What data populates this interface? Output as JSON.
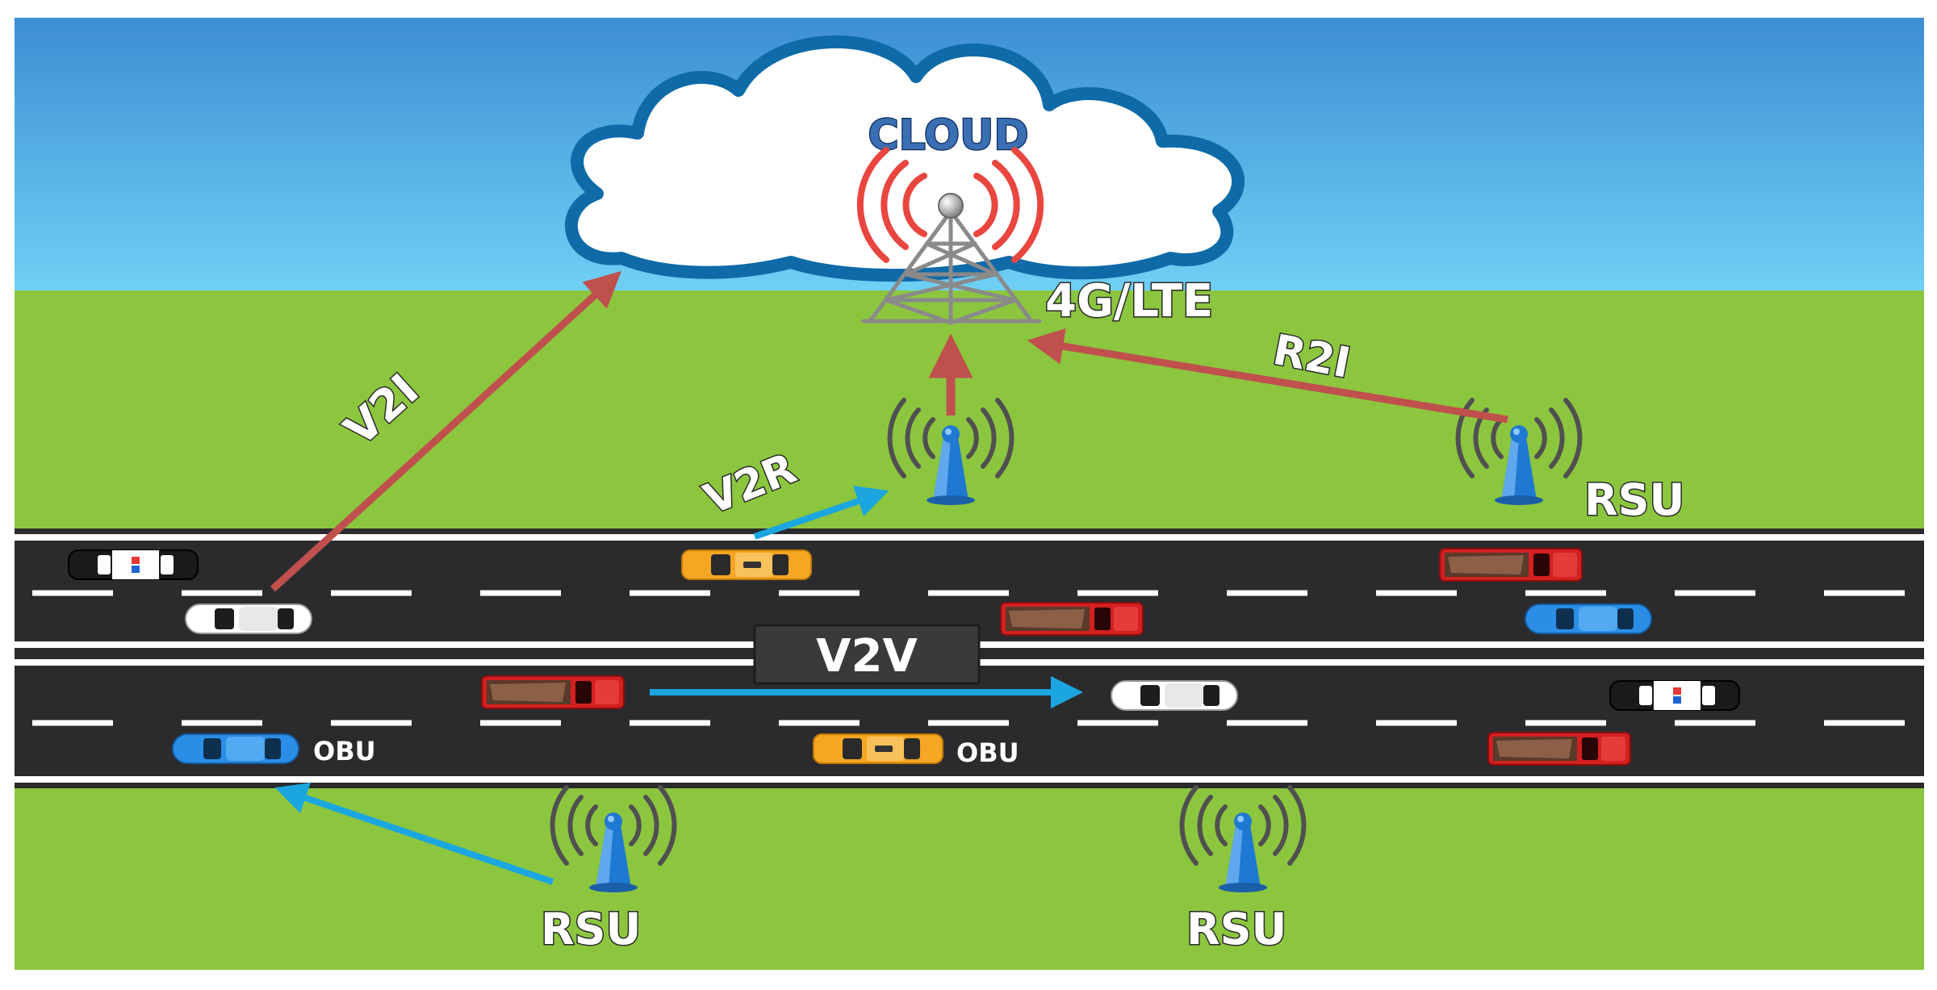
{
  "labels": {
    "cloud": "CLOUD",
    "lte": "4G/LTE",
    "v2i": "V2I",
    "r2i": "R2I",
    "v2r": "V2R",
    "v2v": "V2V",
    "rsu": "RSU",
    "obu": "OBU"
  },
  "colors": {
    "sky_top": "#3d8ed3",
    "sky_bottom": "#6fd0f5",
    "grass": "#8cc63f",
    "road": "#2b2b2e",
    "cloud_outline": "#0f6aa8",
    "infra_link": "#c0504d",
    "vehicle_link": "#1ba6e0",
    "tower_blue": "#1f78d1",
    "v2v_box": "#3a3a3a"
  },
  "icons": {
    "tower": "lte-tower-icon",
    "rsu": "rsu-antenna-icon",
    "car": "car-icon"
  }
}
